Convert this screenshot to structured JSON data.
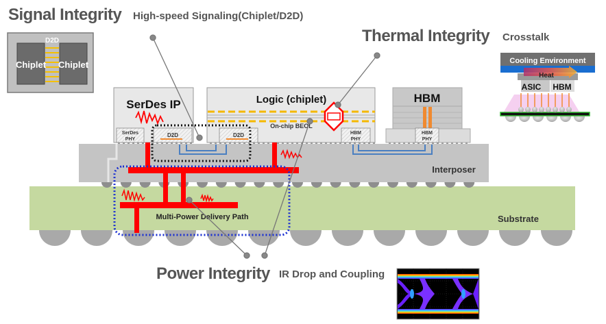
{
  "headings": {
    "signal": {
      "title": "Signal Integrity",
      "subtitle": "High-speed Signaling(Chiplet/D2D)"
    },
    "thermal": {
      "title": "Thermal Integrity",
      "subtitle": "Crosstalk"
    },
    "power": {
      "title": "Power Integrity",
      "subtitle": "IR Drop and Coupling"
    }
  },
  "d2d_inset": {
    "label": "D2D",
    "left_chip": "Chiplet",
    "right_chip": "Chiplet"
  },
  "package": {
    "serdes_die": "SerDes IP",
    "serdes_phy_line1": "SerDes",
    "serdes_phy_line2": "PHY",
    "d2d_left": "D2D",
    "d2d_right": "D2D",
    "logic_die": "Logic (chiplet)",
    "beol_label": "On-chip BEOL",
    "logic_hbm_phy_line1": "HBM",
    "logic_hbm_phy_line2": "PHY",
    "hbm_die": "HBM",
    "hbm_phy_line1": "HBM",
    "hbm_phy_line2": "PHY",
    "interposer": "Interposer",
    "substrate": "Substrate",
    "power_path": "Multi-Power Delivery Path"
  },
  "thermal_inset": {
    "cooling": "Cooling Environment",
    "heat": "Heat",
    "asic": "ASIC",
    "hbm": "HBM"
  },
  "eye_diagram": {
    "description": "eye-diagram"
  },
  "colors": {
    "title_text": "#555555",
    "power_red": "#ff0000",
    "signal_blue": "#4a7fc1",
    "dotted_blue": "#1a2fd1",
    "substrate_green": "#c5d9a0",
    "interposer_gray": "#c4c4c4",
    "beol_orange": "#f5b800"
  }
}
